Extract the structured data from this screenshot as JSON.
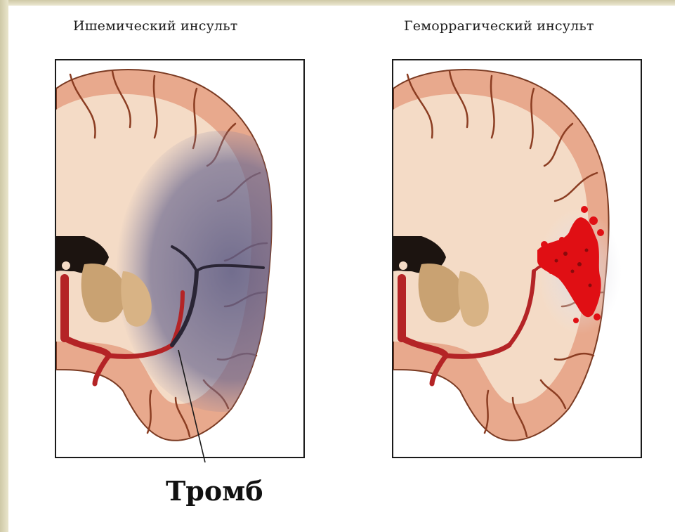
{
  "panels": [
    {
      "title": "Ишемический инсульт",
      "kind": "ischemic"
    },
    {
      "title": "Геморрагический инсульт",
      "kind": "hemorrhagic"
    }
  ],
  "callout": {
    "label": "Тромб"
  },
  "colors": {
    "background": "#ffffff",
    "cortex": "#e8a98d",
    "white_matter": "#f4dbc6",
    "ventricle": "#1c1410",
    "basal_ganglia": "#c9a272",
    "artery": "#b42426",
    "ischemic_zone": "#5b5a84",
    "hemorrhage": "#e00f14",
    "outline": "#1a1a1a"
  }
}
